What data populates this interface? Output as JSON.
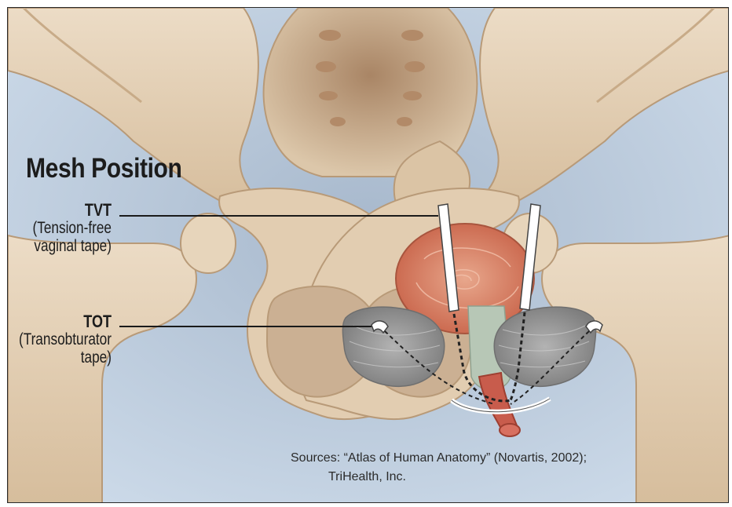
{
  "figure": {
    "title": "Mesh Position",
    "labels": [
      {
        "abbr": "TVT",
        "desc_line1": "(Tension-free",
        "desc_line2": "vaginal tape)"
      },
      {
        "abbr": "TOT",
        "desc_line1": "(Transobturator",
        "desc_line2": "tape)"
      }
    ],
    "sources_line1": "Sources: “Atlas of Human Anatomy” (Novartis, 2002);",
    "sources_line2": "TriHealth, Inc."
  },
  "colors": {
    "background": "#c9d7e6",
    "bone": "#e6d4bb",
    "bone_shadow": "#c9ad8d",
    "bladder": "#d98a6c",
    "urethra": "#c85c4c",
    "muscle": "#9a9a9a",
    "tape": "#ffffff"
  }
}
